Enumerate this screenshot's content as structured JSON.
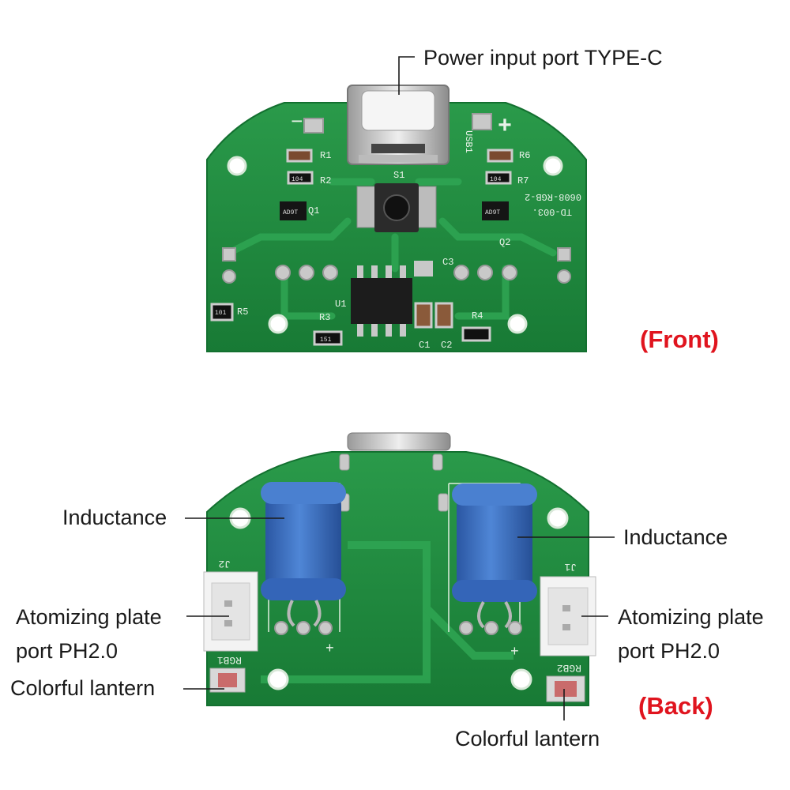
{
  "front": {
    "view_label": "(Front)",
    "callout_usb": "Power input port TYPE-C",
    "silkscreen": {
      "usb": "USB1",
      "s1": "S1",
      "u1": "U1",
      "board_id": "TD-003.",
      "board_id2": "0608-RGB-2",
      "r1": "R1",
      "r2": "R2",
      "r3": "R3",
      "r4": "R4",
      "r5": "R5",
      "r6": "R6",
      "r7": "R7",
      "q1": "Q1",
      "q2": "Q2",
      "c1": "C1",
      "c2": "C2",
      "c3": "C3",
      "minus": "−",
      "plus": "+",
      "chip_104a": "104",
      "chip_104b": "104",
      "chip_151": "151",
      "chip_101": "101",
      "chip_1a": "AD9T",
      "chip_1b": "AD9T"
    }
  },
  "back": {
    "view_label": "(Back)",
    "callout_inductor_left": "Inductance",
    "callout_inductor_right": "Inductance",
    "callout_port_left_1": "Atomizing plate",
    "callout_port_left_2": "port PH2.0",
    "callout_port_right_1": "Atomizing plate",
    "callout_port_right_2": "port PH2.0",
    "callout_led_left": "Colorful lantern",
    "callout_led_right": "Colorful lantern",
    "silkscreen": {
      "j1": "J1",
      "j2": "J2",
      "rgb1": "RGB1",
      "rgb2": "RGB2",
      "plus_l": "+",
      "plus_r": "+"
    }
  },
  "colors": {
    "pcb": "#1f8a3e",
    "pcb_dark": "#167032",
    "pad": "#c8c8c8",
    "inductor": "#3b6fc2",
    "callout_red": "#e0141e"
  }
}
